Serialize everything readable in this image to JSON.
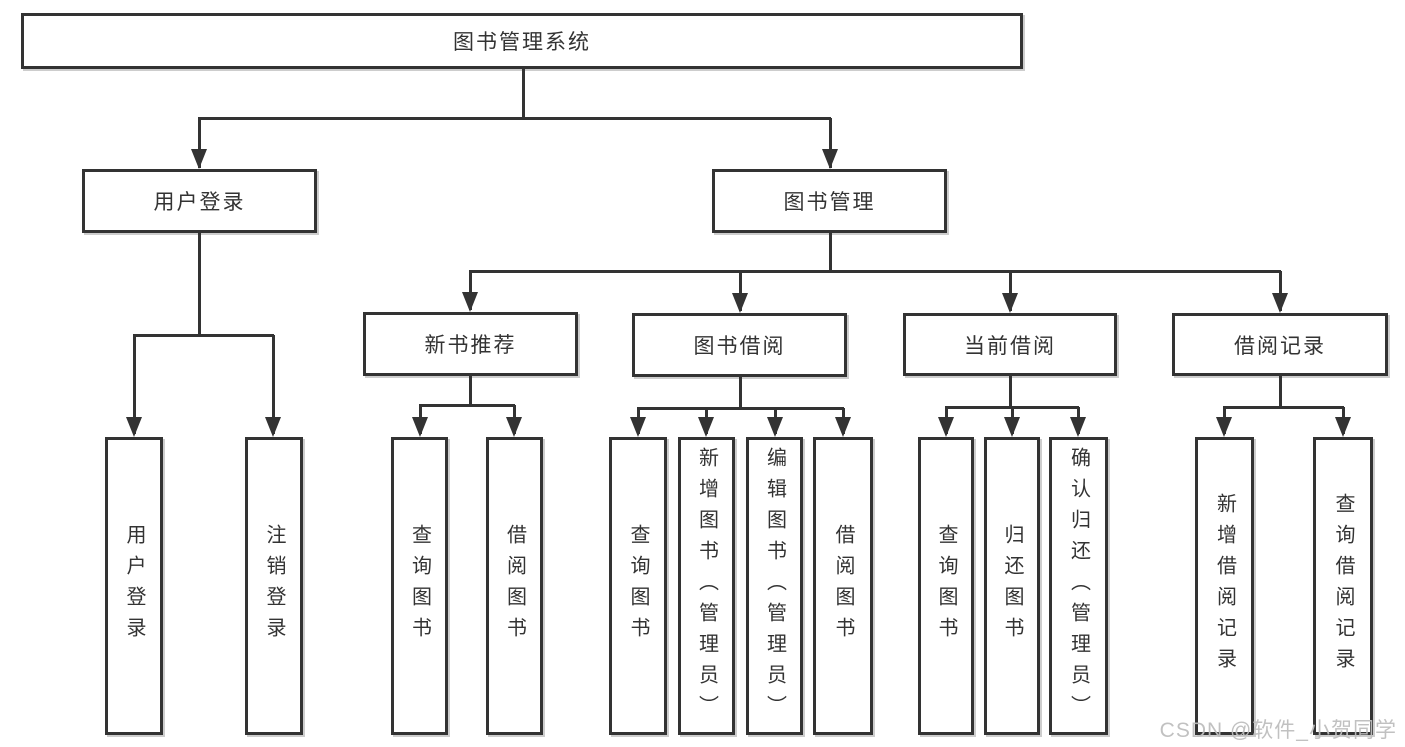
{
  "tree": {
    "label": "图书管理系统",
    "children": [
      {
        "label": "用户登录",
        "children": [
          {
            "label": "用户登录"
          },
          {
            "label": "注销登录"
          }
        ]
      },
      {
        "label": "图书管理",
        "children": [
          {
            "label": "新书推荐",
            "children": [
              {
                "label": "查询图书"
              },
              {
                "label": "借阅图书"
              }
            ]
          },
          {
            "label": "图书借阅",
            "children": [
              {
                "label": "查询图书"
              },
              {
                "label": "新增图书（管理员）"
              },
              {
                "label": "编辑图书（管理员）"
              },
              {
                "label": "借阅图书"
              }
            ]
          },
          {
            "label": "当前借阅",
            "children": [
              {
                "label": "查询图书"
              },
              {
                "label": "归还图书"
              },
              {
                "label": "确认归还（管理员）"
              }
            ]
          },
          {
            "label": "借阅记录",
            "children": [
              {
                "label": "新增借阅记录"
              },
              {
                "label": "查询借阅记录"
              }
            ]
          }
        ]
      }
    ]
  },
  "watermark": "CSDN @软件_小贺同学",
  "colors": {
    "line": "#333333",
    "box_border": "#333333",
    "background": "#ffffff",
    "text": "#333333",
    "watermark": "#bebebe"
  }
}
